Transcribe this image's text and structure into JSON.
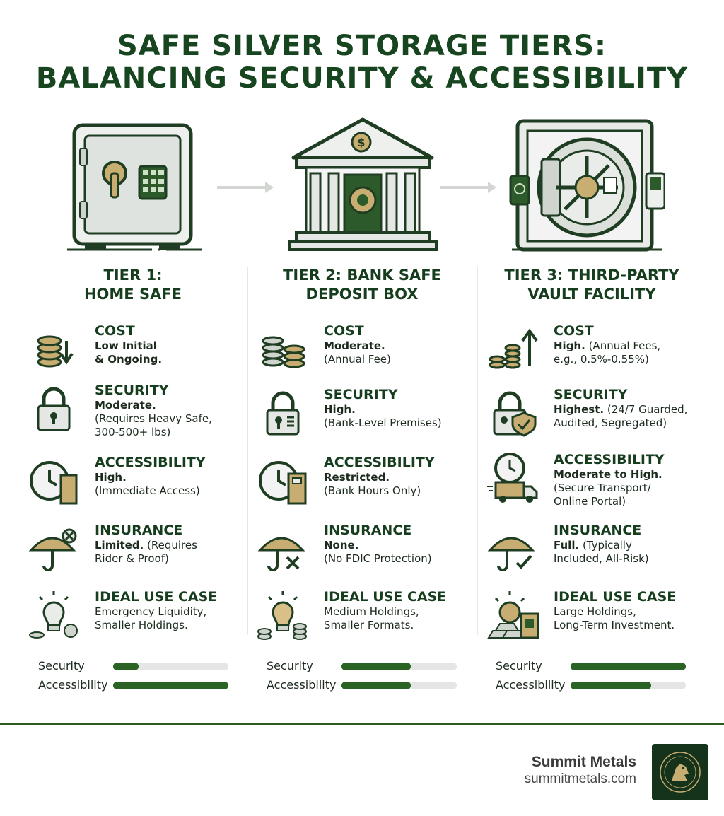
{
  "title": {
    "line1": "SAFE SILVER STORAGE TIERS:",
    "line2": "BALANCING SECURITY & ACCESSIBILITY"
  },
  "colors": {
    "dark_green": "#17451f",
    "bar_green": "#2a6424",
    "track_gray": "#e4e5e4",
    "gold": "#c8ad72"
  },
  "tiers": [
    {
      "title_line1": "TIER 1:",
      "title_line2": "HOME SAFE",
      "illustration": "home-safe-illustration",
      "rows": [
        {
          "category": "COST",
          "icon": "coins-down-icon",
          "lines": [
            {
              "b": "Low Initial",
              "t": ""
            },
            {
              "b": "& Ongoing.",
              "t": ""
            }
          ]
        },
        {
          "category": "SECURITY",
          "icon": "padlock-icon",
          "lines": [
            {
              "b": "Moderate.",
              "t": ""
            },
            {
              "b": "",
              "t": "(Requires Heavy Safe,"
            },
            {
              "b": "",
              "t": "300-500+ lbs)"
            }
          ]
        },
        {
          "category": "ACCESSIBILITY",
          "icon": "clock-door-icon",
          "lines": [
            {
              "b": "High.",
              "t": ""
            },
            {
              "b": "",
              "t": "(Immediate Access)"
            }
          ]
        },
        {
          "category": "INSURANCE",
          "icon": "umbrella-x-icon",
          "lines": [
            {
              "b": "Limited.",
              "t": " (Requires"
            },
            {
              "b": "",
              "t": "Rider & Proof)"
            }
          ]
        },
        {
          "category": "IDEAL USE CASE",
          "icon": "lightbulb-coins-icon",
          "lines": [
            {
              "b": "",
              "t": "Emergency Liquidity,"
            },
            {
              "b": "",
              "t": "Smaller Holdings."
            }
          ]
        }
      ],
      "bars": [
        {
          "label": "Security",
          "value": 0.22
        },
        {
          "label": "Accessibility",
          "value": 1.0
        }
      ]
    },
    {
      "title_line1": "TIER 2: BANK SAFE",
      "title_line2": "DEPOSIT BOX",
      "illustration": "bank-building-illustration",
      "rows": [
        {
          "category": "COST",
          "icon": "coin-stacks-icon",
          "lines": [
            {
              "b": "Moderate.",
              "t": ""
            },
            {
              "b": "",
              "t": "(Annual Fee)"
            }
          ]
        },
        {
          "category": "SECURITY",
          "icon": "padlock-icon",
          "lines": [
            {
              "b": "High.",
              "t": ""
            },
            {
              "b": "",
              "t": "(Bank-Level Premises)"
            }
          ]
        },
        {
          "category": "ACCESSIBILITY",
          "icon": "clock-vault-door-icon",
          "lines": [
            {
              "b": "Restricted.",
              "t": ""
            },
            {
              "b": "",
              "t": "(Bank Hours Only)"
            }
          ]
        },
        {
          "category": "INSURANCE",
          "icon": "umbrella-x-icon",
          "lines": [
            {
              "b": "None.",
              "t": ""
            },
            {
              "b": "",
              "t": "(No FDIC Protection)"
            }
          ]
        },
        {
          "category": "IDEAL USE CASE",
          "icon": "lightbulb-coins-icon",
          "lines": [
            {
              "b": "",
              "t": "Medium Holdings,"
            },
            {
              "b": "",
              "t": "Smaller Formats."
            }
          ]
        }
      ],
      "bars": [
        {
          "label": "Security",
          "value": 0.6
        },
        {
          "label": "Accessibility",
          "value": 0.6
        }
      ]
    },
    {
      "title_line1": "TIER 3: THIRD-PARTY",
      "title_line2": "VAULT FACILITY",
      "illustration": "bank-vault-illustration",
      "rows": [
        {
          "category": "COST",
          "icon": "coins-up-icon",
          "lines": [
            {
              "b": "High.",
              "t": " (Annual Fees,"
            },
            {
              "b": "",
              "t": "e.g., 0.5%-0.55%)"
            }
          ]
        },
        {
          "category": "SECURITY",
          "icon": "padlock-shield-icon",
          "lines": [
            {
              "b": "Highest.",
              "t": " (24/7 Guarded,"
            },
            {
              "b": "",
              "t": "Audited, Segregated)"
            }
          ]
        },
        {
          "category": "ACCESSIBILITY",
          "icon": "clock-truck-icon",
          "lines": [
            {
              "b": "Moderate to High.",
              "t": ""
            },
            {
              "b": "",
              "t": "(Secure Transport/"
            },
            {
              "b": "",
              "t": "Online Portal)"
            }
          ]
        },
        {
          "category": "INSURANCE",
          "icon": "umbrella-check-icon",
          "lines": [
            {
              "b": "Full.",
              "t": " (Typically"
            },
            {
              "b": "",
              "t": "Included, All-Risk)"
            }
          ]
        },
        {
          "category": "IDEAL USE CASE",
          "icon": "sun-gold-bars-icon",
          "lines": [
            {
              "b": "",
              "t": "Large Holdings,"
            },
            {
              "b": "",
              "t": "Long-Term Investment."
            }
          ]
        }
      ],
      "bars": [
        {
          "label": "Security",
          "value": 1.0
        },
        {
          "label": "Accessibility",
          "value": 0.7
        }
      ]
    }
  ],
  "footer": {
    "brand_name": "Summit Metals",
    "brand_url": "summitmetals.com",
    "logo": "summit-metals-lion-logo"
  }
}
